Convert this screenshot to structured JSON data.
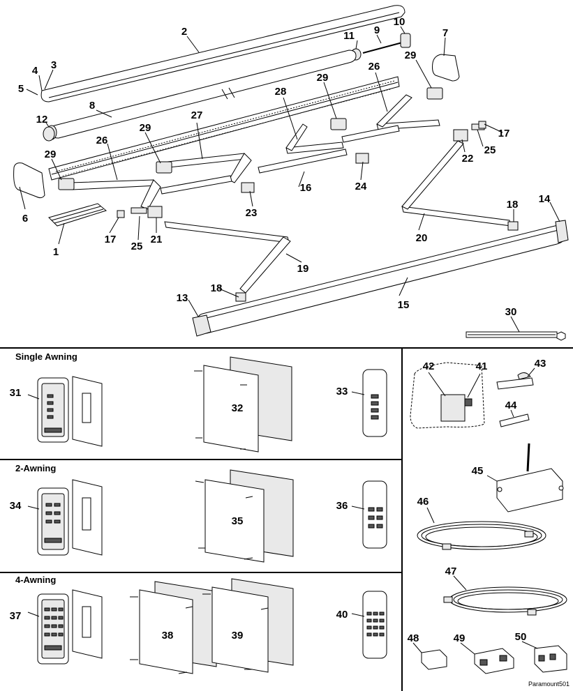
{
  "sections": {
    "single": "Single Awning",
    "two": "2-Awning",
    "four": "4-Awning"
  },
  "callouts": {
    "n1": "1",
    "n2": "2",
    "n3": "3",
    "n4": "4",
    "n5": "5",
    "n6": "6",
    "n7": "7",
    "n8": "8",
    "n9": "9",
    "n10": "10",
    "n11": "11",
    "n12": "12",
    "n13": "13",
    "n14": "14",
    "n15": "15",
    "n16": "16",
    "n17a": "17",
    "n17b": "17",
    "n18a": "18",
    "n18b": "18",
    "n19": "19",
    "n20": "20",
    "n21": "21",
    "n22": "22",
    "n23": "23",
    "n24": "24",
    "n25a": "25",
    "n25b": "25",
    "n26a": "26",
    "n26b": "26",
    "n27": "27",
    "n28": "28",
    "n29a": "29",
    "n29b": "29",
    "n29c": "29",
    "n29d": "29",
    "n30": "30",
    "n31": "31",
    "n32": "32",
    "n33": "33",
    "n34": "34",
    "n35": "35",
    "n36": "36",
    "n37": "37",
    "n38": "38",
    "n39": "39",
    "n40": "40",
    "n41": "41",
    "n42": "42",
    "n43": "43",
    "n44": "44",
    "n45": "45",
    "n46": "46",
    "n47": "47",
    "n48": "48",
    "n49": "49",
    "n50": "50"
  },
  "caption": "Paramount501",
  "colors": {
    "line": "#000000",
    "fill": "#ffffff",
    "shade": "#e9e9e9"
  }
}
